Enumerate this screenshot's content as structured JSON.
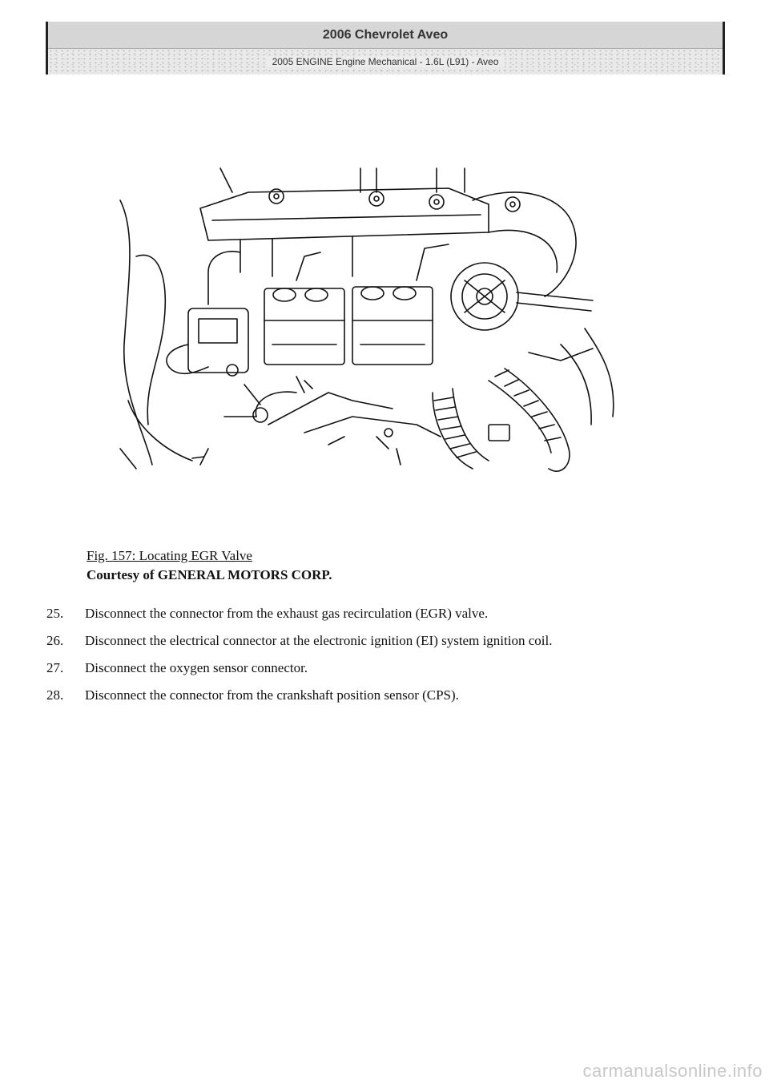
{
  "header": {
    "title": "2006 Chevrolet Aveo",
    "subtitle": "2005 ENGINE Engine Mechanical - 1.6L (L91) - Aveo"
  },
  "figure": {
    "title": "Fig. 157: Locating EGR Valve",
    "credit": "Courtesy of GENERAL MOTORS CORP."
  },
  "steps": [
    {
      "num": "25.",
      "text": "Disconnect the connector from the exhaust gas recirculation (EGR) valve."
    },
    {
      "num": "26.",
      "text": "Disconnect the electrical connector at the electronic ignition (EI) system ignition coil."
    },
    {
      "num": "27.",
      "text": "Disconnect the oxygen sensor connector."
    },
    {
      "num": "28.",
      "text": "Disconnect the connector from the crankshaft position sensor (CPS)."
    }
  ],
  "footer": {
    "watermark": "carmanualsonline.info"
  }
}
